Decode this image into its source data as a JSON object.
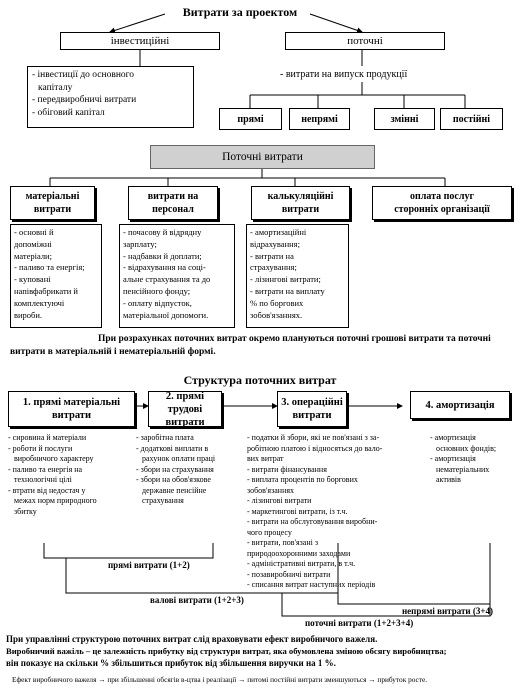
{
  "top": {
    "title": "Витрати за проектом",
    "left_label": "інвестиційні",
    "right_label": "поточні",
    "left_items": [
      "- інвестиції до основного",
      "капіталу",
      "- передвиробничі витрати",
      "- обіговий капітал"
    ],
    "right_item": "- витрати на випуск продукції",
    "sub": [
      "прямі",
      "непрямі",
      "змінні",
      "постійні"
    ]
  },
  "current": {
    "title": "Поточні витрати",
    "heads": [
      [
        "матеріальні",
        "витрати"
      ],
      [
        "витрати на",
        "персонал"
      ],
      [
        "калькуляційні",
        "витрати"
      ],
      [
        "оплата послуг",
        "сторонніх організації"
      ]
    ],
    "col1": [
      "- основні й",
      "допоміжні",
      "матеріали;",
      "- паливо та енергія;",
      "- куповані",
      "напівфабрикати й",
      "комплектуючі",
      "вироби."
    ],
    "col2": [
      "- почасову й відрядну",
      "зарплату;",
      "- надбавки й доплати;",
      "- відрахування на соці-",
      "альне страхування та до",
      "пенсійного фонду;",
      "- оплату відпусток,",
      "матеріальної допомоги."
    ],
    "col3": [
      "- амортизаційні",
      "відрахування;",
      "- витрати на",
      "страхування;",
      "- лізингові витрати;",
      "- витрати на виплату",
      "% по боргових",
      "зобов'язаннях."
    ],
    "note_line1": "При розрахунках поточних витрат окремо плануються поточні грошові витрати та поточні",
    "note_line2": "витрати в матеріальній і нематеріальній формі."
  },
  "structure": {
    "title": "Структура поточних витрат",
    "heads": [
      [
        "1. прямі матеріальні",
        "витрати"
      ],
      [
        "2. прямі трудові",
        "витрати"
      ],
      [
        "3. операційні",
        "витрати"
      ],
      [
        "4. амортизація"
      ]
    ],
    "col1": [
      "- сировина й матеріали",
      "- роботи й послуги",
      "виробничого характеру",
      "- паливо та енергія на",
      "технологічні цілі",
      "- втрати від недостач у",
      "межах норм природного",
      "збитку"
    ],
    "col2": [
      "- заробітна плата",
      "- додаткові виплати в",
      "рахунок оплати праці",
      "- збори на страхування",
      "- збори на обов'язкове",
      "державне пенсійне",
      "страхування"
    ],
    "col3": [
      "- податки й збори, які не пов'язані з за-",
      "робітною платою і відносяться до вало-",
      "вих витрат",
      "- витрати фінансування",
      "- виплата процентів по боргових",
      "зобов'язаннях",
      "- лізингові витрати",
      "- маркетингові витрати, із т.ч.",
      "- витрати на обслуговування виробни-",
      "чого процесу",
      "- витрати, пов'язані з",
      "природоохоронними заходами",
      "- адміністративні витрати, в т.ч.",
      "- позавиробничі витрати",
      "- списання витрат наступних періодів"
    ],
    "col4": [
      "- амортизація",
      "основних фондів;",
      "- амортизація",
      "нематеріальних",
      "активів"
    ],
    "label_direct": "прямі витрати (1+2)",
    "label_gross": "валові витрати (1+2+3)",
    "label_current": "поточні витрати (1+2+3+4)",
    "label_indirect": "непрямі витрати (3+4)"
  },
  "footer": {
    "line1": "При управлінні структурою поточних витрат слід враховувати ефект виробничого важеля.",
    "line2": "Виробничий важіль – це залежність прибутку від структури витрат, яка обумовлена зміною обсягу виробництва;",
    "line3": "він показує на скільки % збільшиться прибуток від збільшення виручки на 1 %.",
    "line4": "Ефект виробничого важеля → при збільшенні обсягів в-цтва і реалізації → питомі постійні витрати зменшуються → прибуток росте."
  }
}
